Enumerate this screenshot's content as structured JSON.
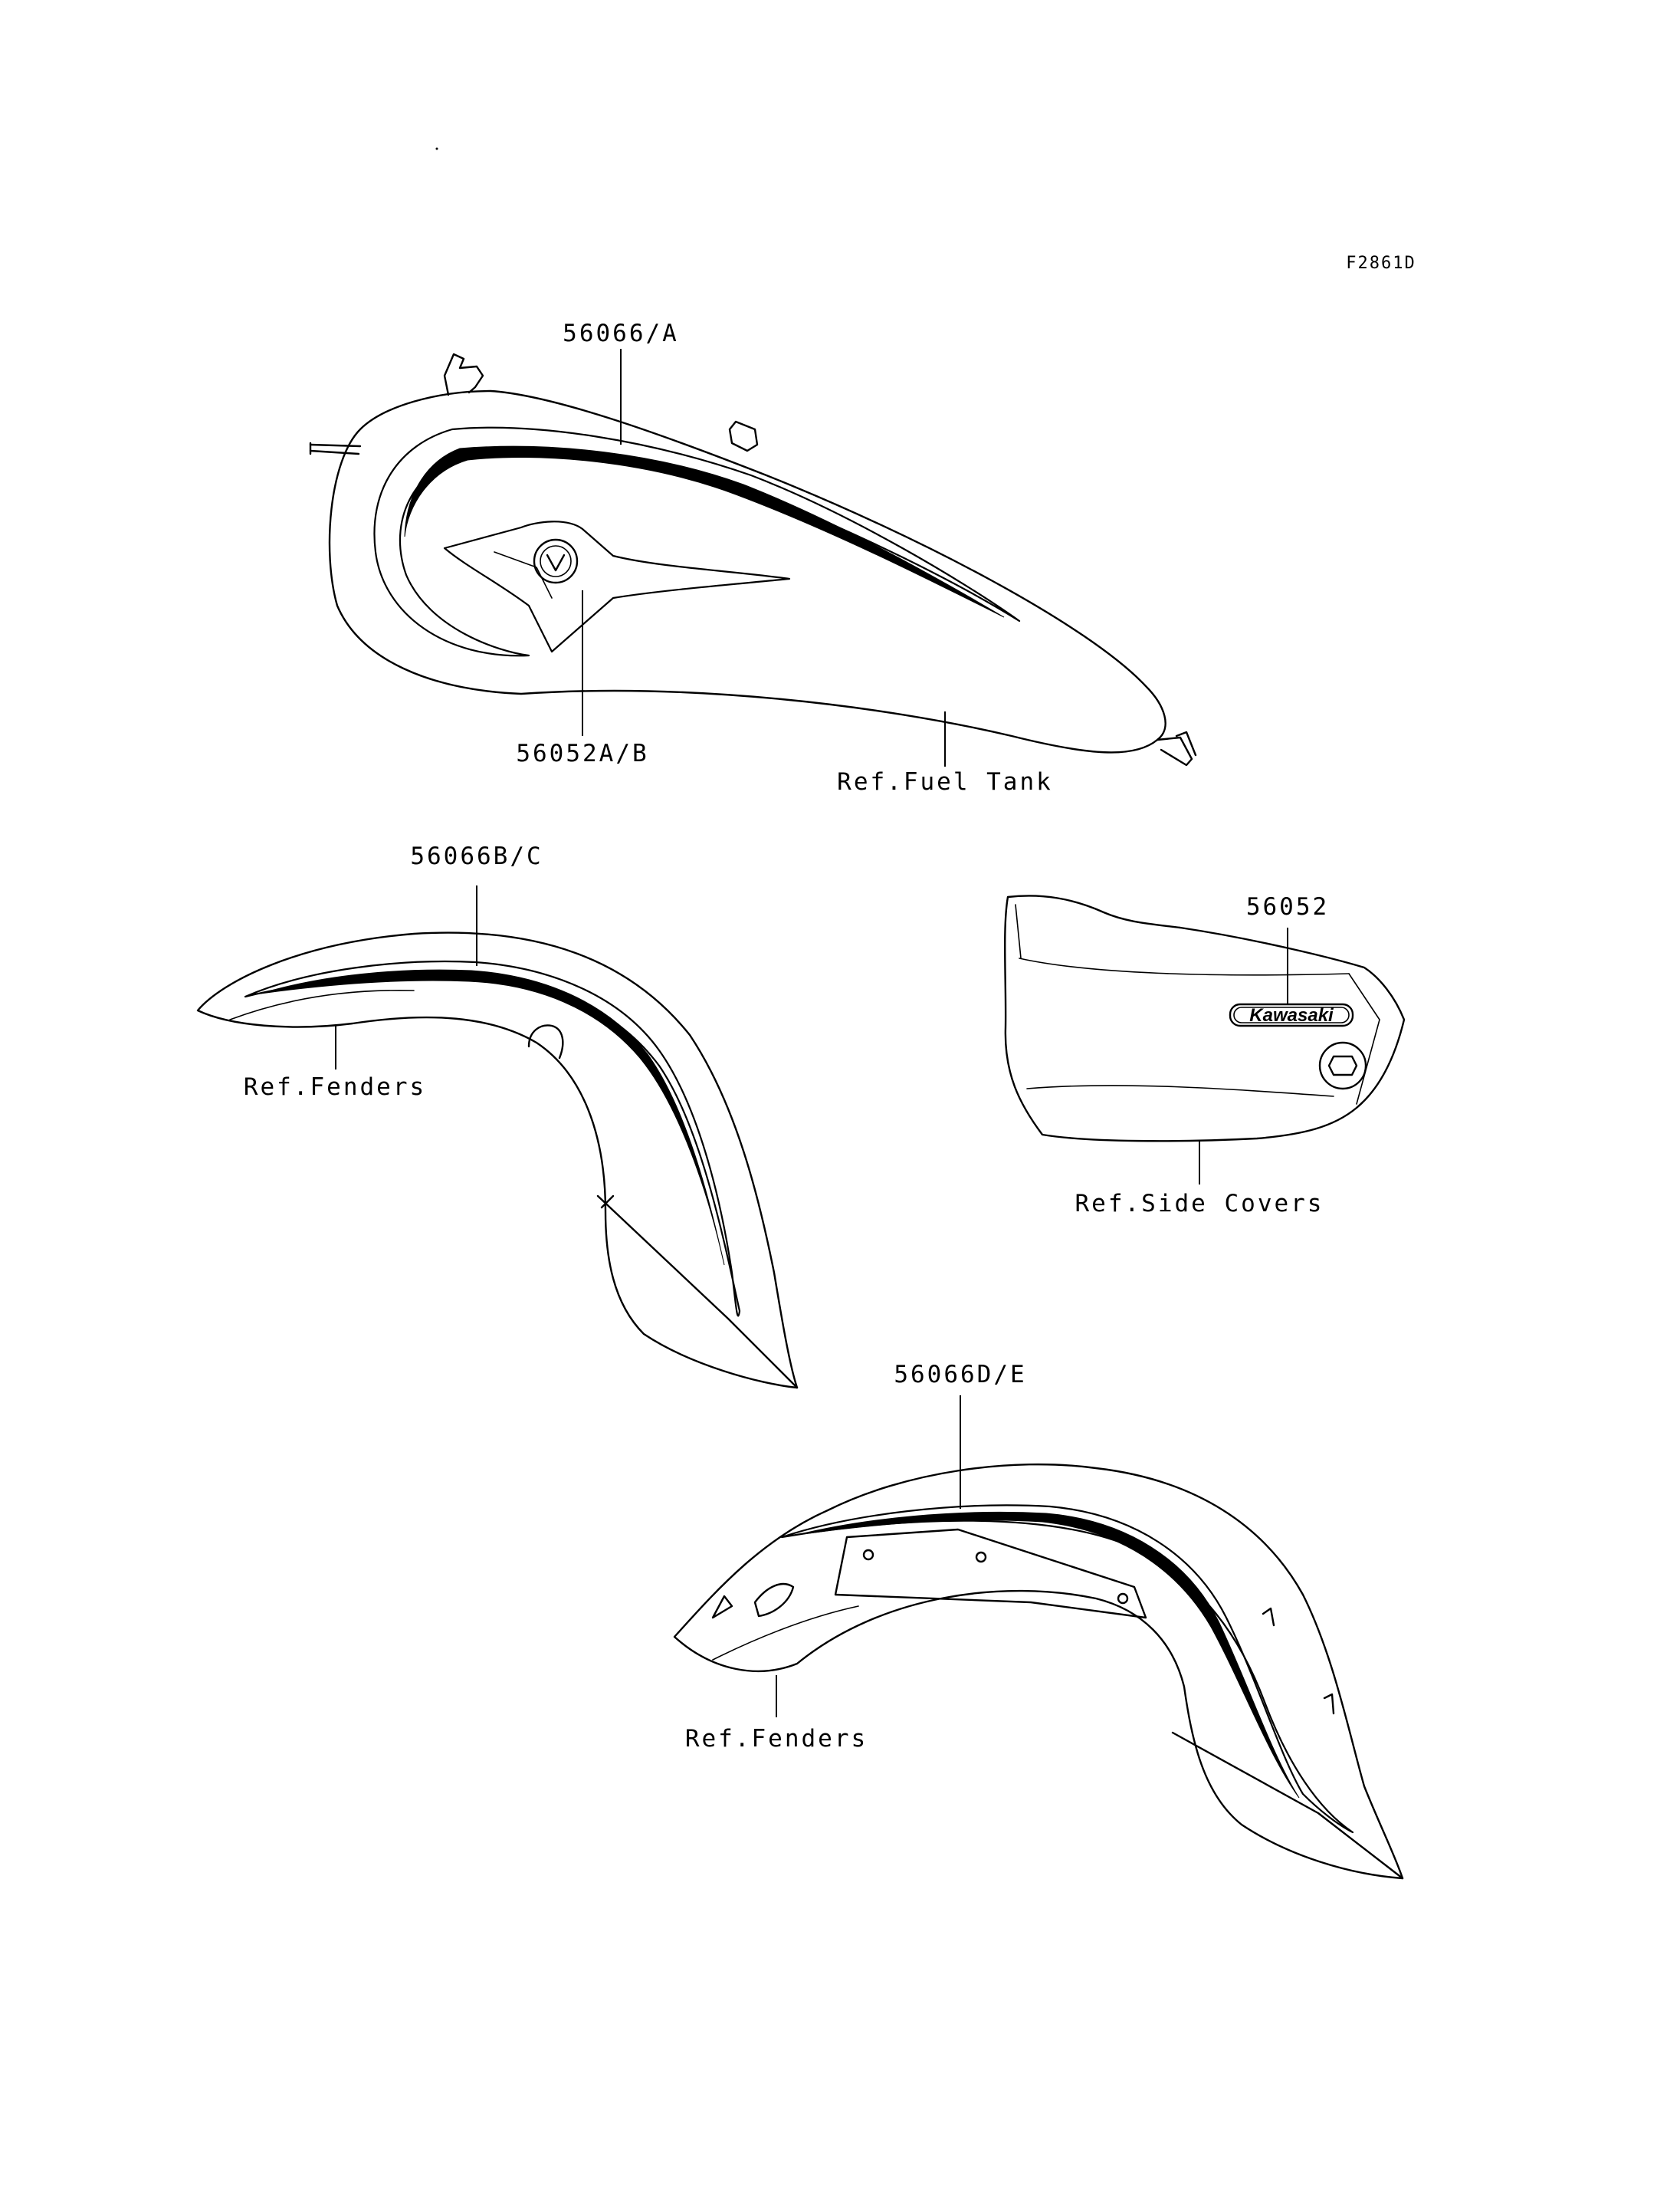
{
  "figure_code": "F2861D",
  "callouts": {
    "tank_stripe": "56066/A",
    "tank_emblem": "56052A/B",
    "ref_fuel_tank": "Ref.Fuel Tank",
    "front_fender_stripe": "56066B/C",
    "ref_fenders_front": "Ref.Fenders",
    "side_cover_emblem": "56052",
    "ref_side_covers": "Ref.Side Covers",
    "rear_fender_stripe": "56066D/E",
    "ref_fenders_rear": "Ref.Fenders"
  },
  "emblem_text": "Kawasaki"
}
